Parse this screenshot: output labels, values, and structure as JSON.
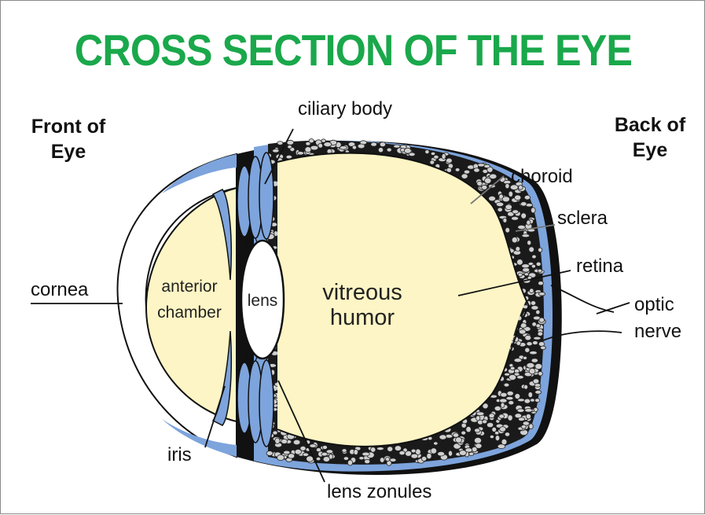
{
  "title": "CROSS SECTION OF THE EYE",
  "colors": {
    "title": "#1aa84b",
    "fluid": "#fdf5c5",
    "iris_blue": "#7da4dc",
    "sclera": "#111111",
    "choroid_cells": "#cfcfcf",
    "outline": "#111111"
  },
  "labels": {
    "front_line1": "Front of",
    "front_line2": "Eye",
    "back_line1": "Back of",
    "back_line2": "Eye",
    "ciliary_body": "ciliary body",
    "choroid": "choroid",
    "sclera": "sclera",
    "retina": "retina",
    "optic_line1": "optic",
    "optic_line2": "nerve",
    "cornea": "cornea",
    "iris": "iris",
    "lens_zonules": "lens zonules",
    "anterior_line1": "anterior",
    "anterior_line2": "chamber",
    "lens": "lens",
    "vitreous_line1": "vitreous",
    "vitreous_line2": "humor"
  }
}
